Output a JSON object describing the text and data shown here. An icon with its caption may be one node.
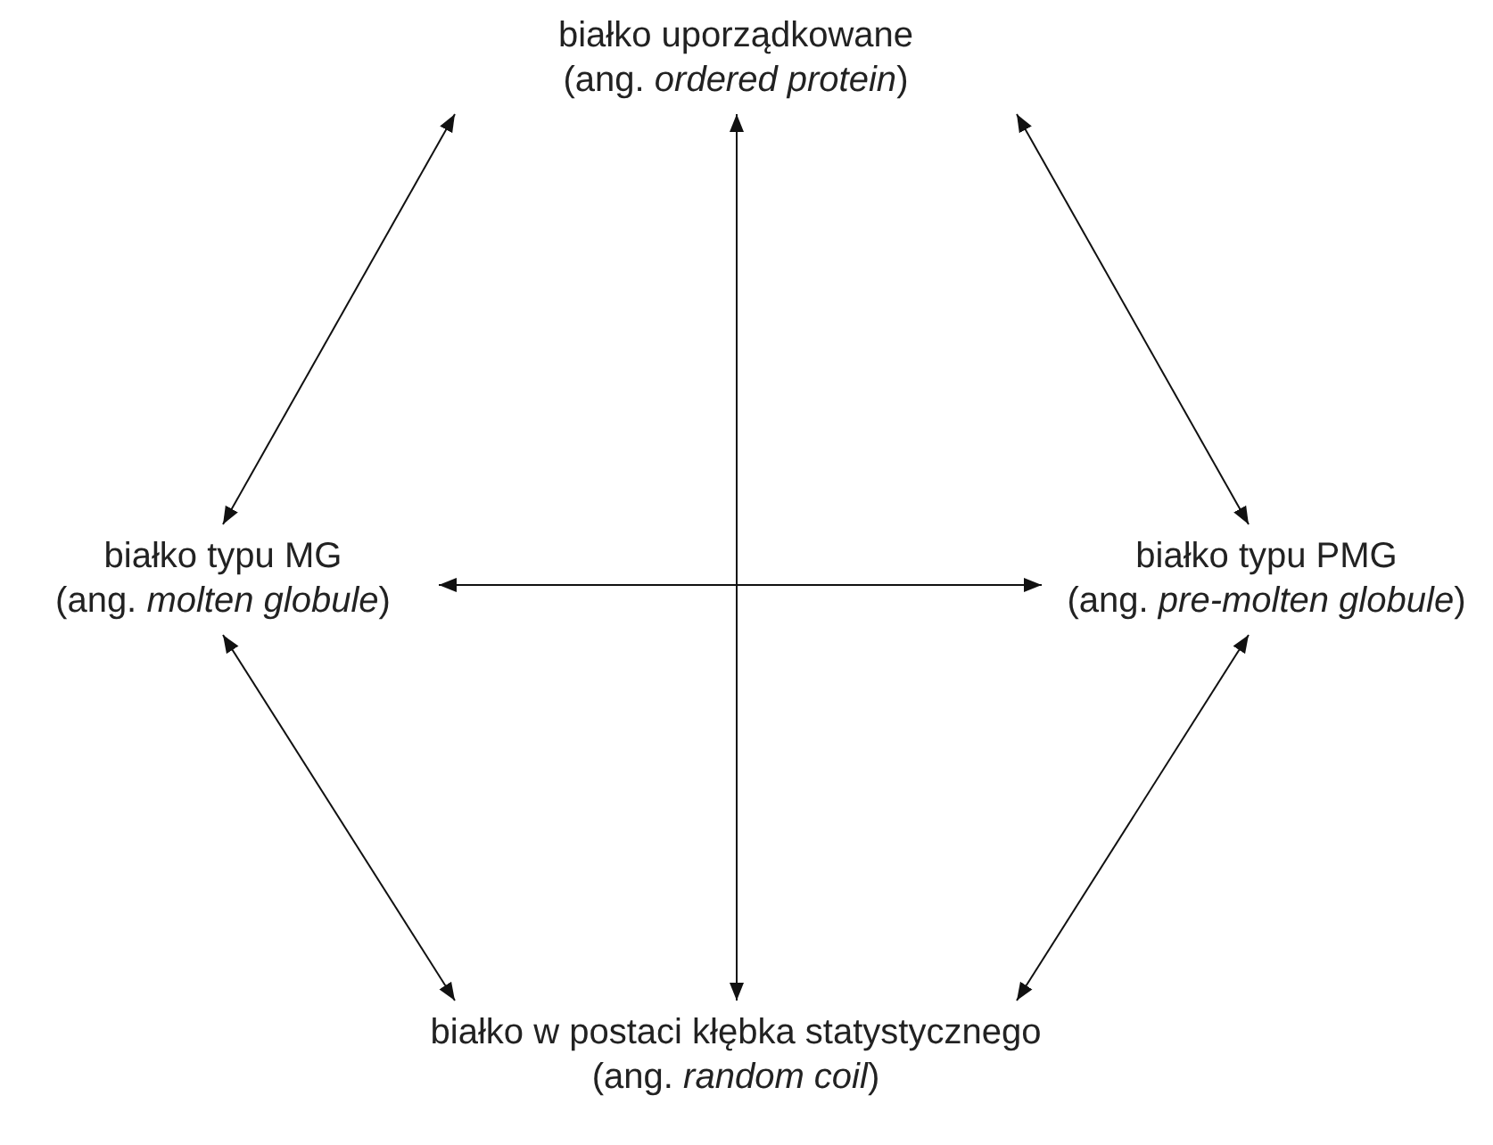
{
  "diagram": {
    "nodes": [
      {
        "text": [
          "białko uporządkowane",
          "(ang. *ordered protein*)"
        ]
      },
      {
        "text": [
          "białko typu MG",
          "(ang. *molten globule*)"
        ]
      },
      {
        "text": [
          "białko typu PMG",
          "(ang. *pre-molten globule*)"
        ]
      },
      {
        "text": [
          "białko w postaci kłębka statystycznego",
          "(ang. *random coil*)"
        ]
      }
    ],
    "edges": [
      {
        "from": 0,
        "to": 1,
        "arrow": "both"
      },
      {
        "from": 0,
        "to": 2,
        "arrow": "both"
      },
      {
        "from": 1,
        "to": 2,
        "arrow": "both"
      },
      {
        "from": 0,
        "to": 3,
        "arrow": "both"
      },
      {
        "from": 1,
        "to": 3,
        "arrow": "both"
      },
      {
        "from": 2,
        "to": 3,
        "arrow": "both"
      }
    ]
  }
}
